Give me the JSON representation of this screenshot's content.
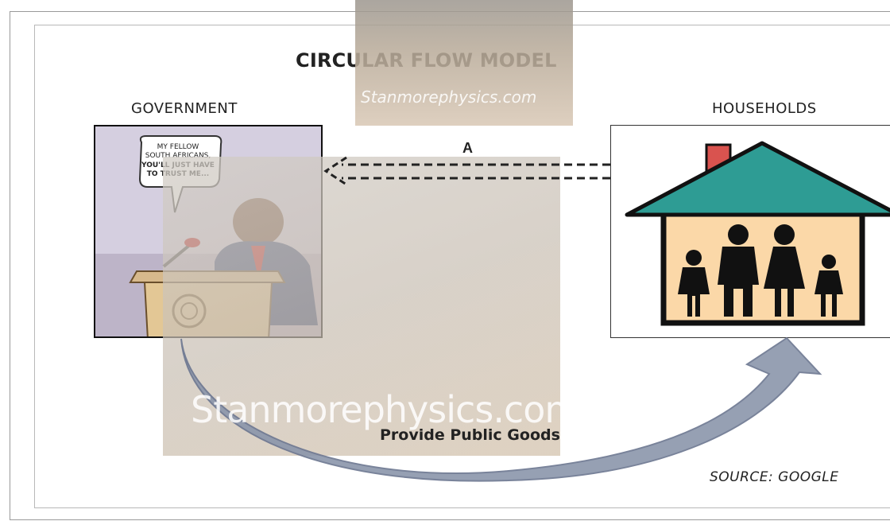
{
  "diagram": {
    "title": "CIRCULAR FLOW MODEL",
    "left_sector": "GOVERNMENT",
    "right_sector": "HOUSEHOLDS",
    "flow_top_label": "A",
    "flow_bottom_label": "Provide Public Goods",
    "source": "SOURCE: GOOGLE"
  },
  "cartoon": {
    "speech_bubble_lines": [
      "MY FELLOW",
      "SOUTH AFRICANS,",
      "YOU'LL JUST HAVE",
      "TO TRUST ME..."
    ]
  },
  "watermark": {
    "small": "Stanmorephysics.com",
    "large": "Stanmorephysics.com"
  },
  "colors": {
    "roof": "#2e9c94",
    "house_wall": "#fbd8a8",
    "chimney": "#d9534f",
    "arrow": "#7f8ca4",
    "frame": "#b8b8b8"
  }
}
